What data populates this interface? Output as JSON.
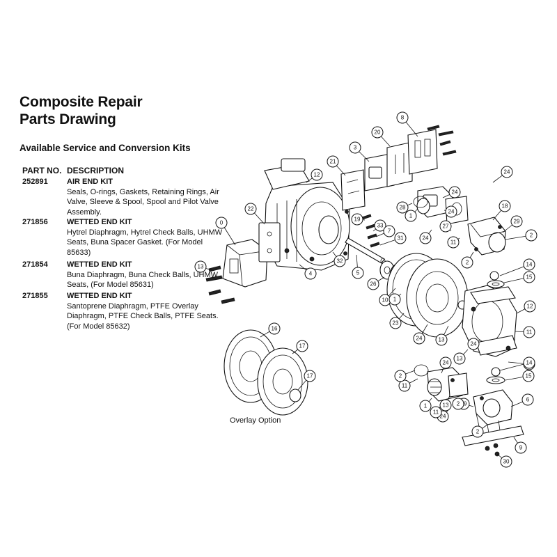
{
  "title": {
    "line1": "Composite Repair",
    "line2": "Parts Drawing"
  },
  "subtitle": "Available Service and Conversion Kits",
  "parts_table": {
    "header_part_no": "PART NO.",
    "header_description": "DESCRIPTION",
    "kits": [
      {
        "part_no": "252891",
        "name": "AIR END KIT",
        "description": "Seals, O-rings, Gaskets, Retaining Rings, Air Valve, Sleeve & Spool, Spool and Pilot Valve Assembly."
      },
      {
        "part_no": "271856",
        "name": "WETTED END KIT",
        "description": "Hytrel Diaphragm, Hytrel Check Balls, UHMW Seats, Buna Spacer Gasket. (For Model 85633)"
      },
      {
        "part_no": "271854",
        "name": "WETTED END KIT",
        "description": "Buna Diaphragm, Buna Check Balls, UHMW Seats, (For Model 85631)"
      },
      {
        "part_no": "271855",
        "name": "WETTED END KIT",
        "description": "Santoprene Diaphragm, PTFE Overlay Diaphragm, PTFE Check Balls, PTFE Seats. (For Model 85632)"
      }
    ]
  },
  "overlay_option_label": "Overlay Option",
  "callouts": [
    "8",
    "20",
    "3",
    "21",
    "12",
    "22",
    "0",
    "13",
    "4",
    "32",
    "19",
    "33",
    "7",
    "31",
    "5",
    "26",
    "10",
    "23",
    "24",
    "28",
    "1",
    "18",
    "29",
    "27",
    "11",
    "2",
    "14",
    "15",
    "16",
    "17",
    "6",
    "9",
    "30"
  ]
}
